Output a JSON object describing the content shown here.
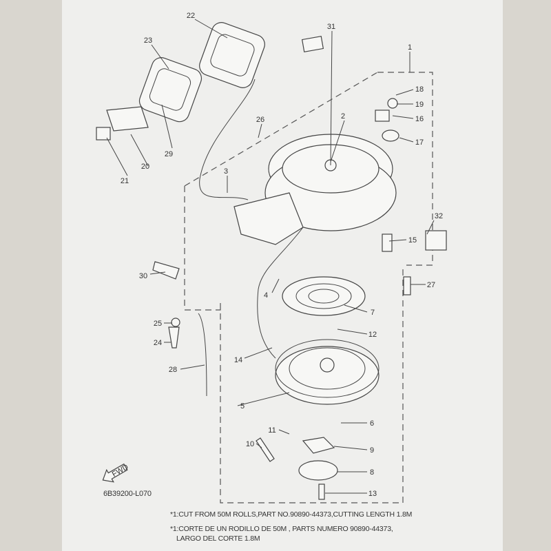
{
  "diagram": {
    "callouts": [
      "1",
      "2",
      "3",
      "4",
      "5",
      "6",
      "7",
      "8",
      "9",
      "10",
      "11",
      "12",
      "13",
      "14",
      "15",
      "16",
      "17",
      "18",
      "19",
      "20",
      "21",
      "22",
      "23",
      "24",
      "25",
      "26",
      "27",
      "28",
      "29",
      "30",
      "31",
      "32"
    ],
    "fwd_label": "FWD",
    "drawing_code": "6B39200-L070",
    "notes": [
      "*1:CUT FROM 50M ROLLS,PART NO.90890-44373,CUTTING LENGTH 1.8M",
      "*1:CORTE DE UN RODILLO DE 50M , PARTS NUMERO 90890-44373,",
      "LARGO DEL CORTE 1.8M"
    ]
  }
}
